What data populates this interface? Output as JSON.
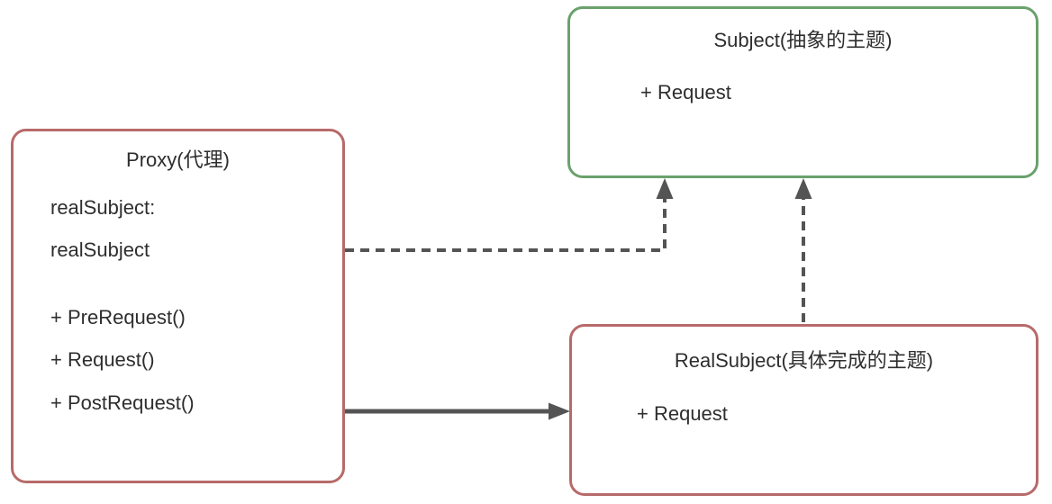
{
  "diagram": {
    "kind": "uml-class-diagram",
    "pattern": "Proxy pattern",
    "nodes": {
      "subject": {
        "title": "Subject(抽象的主题)",
        "members": [
          "+ Request"
        ],
        "border_color": "#6aa16c"
      },
      "proxy": {
        "title": "Proxy(代理)",
        "attributes": [
          "realSubject:",
          "realSubject"
        ],
        "methods": [
          "+ PreRequest()",
          "+ Request()",
          "+ PostRequest()"
        ],
        "border_color": "#b76a6a"
      },
      "real_subject": {
        "title": "RealSubject(具体完成的主题)",
        "members": [
          "+ Request"
        ],
        "border_color": "#b76a6a"
      }
    },
    "edges": [
      {
        "from": "proxy",
        "to": "subject",
        "style": "dashed",
        "arrowhead": "triangle-up"
      },
      {
        "from": "real_subject",
        "to": "subject",
        "style": "dashed",
        "arrowhead": "triangle-up"
      },
      {
        "from": "proxy",
        "to": "real_subject",
        "style": "solid",
        "arrowhead": "triangle-right"
      }
    ],
    "colors": {
      "arrow": "#545454",
      "text": "#2e2e2e",
      "background": "#ffffff"
    }
  }
}
